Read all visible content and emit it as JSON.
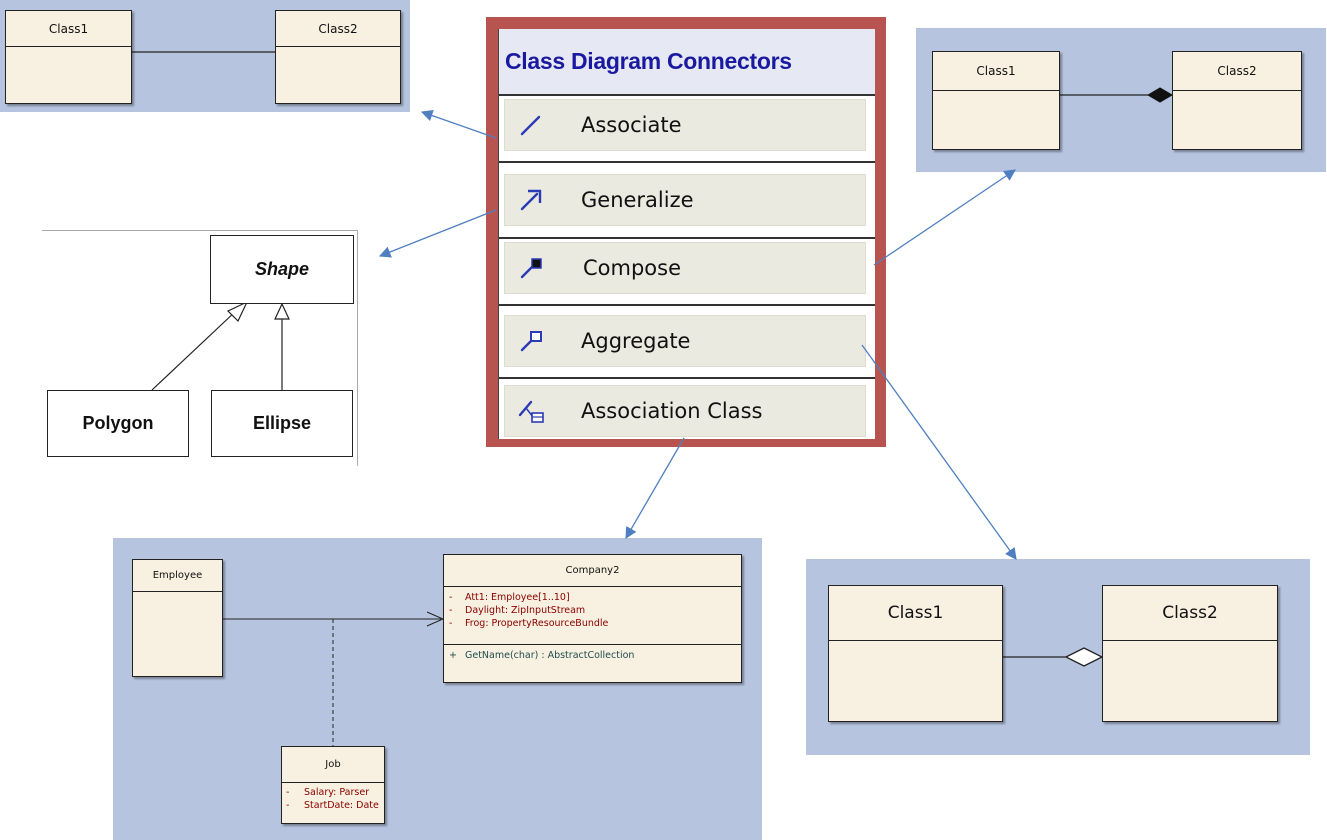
{
  "toolbox": {
    "title": "Class Diagram Connectors",
    "items": [
      {
        "label": "Associate",
        "icon": "associate-icon"
      },
      {
        "label": "Generalize",
        "icon": "generalize-icon"
      },
      {
        "label": "Compose",
        "icon": "compose-icon"
      },
      {
        "label": "Aggregate",
        "icon": "aggregate-icon"
      },
      {
        "label": "Association Class",
        "icon": "association-class-icon"
      }
    ],
    "border_color": "#b85450",
    "title_color": "#1a1aa0"
  },
  "associate_diagram": {
    "left_class": "Class1",
    "right_class": "Class2"
  },
  "compose_diagram": {
    "left_class": "Class1",
    "right_class": "Class2"
  },
  "aggregate_diagram": {
    "left_class": "Class1",
    "right_class": "Class2"
  },
  "generalize_diagram": {
    "parent": "Shape",
    "child_left": "Polygon",
    "child_right": "Ellipse"
  },
  "association_class_diagram": {
    "source_class": "Employee",
    "target_class": {
      "name": "Company2",
      "attributes": [
        {
          "visibility": "-",
          "text": "Att1:  Employee[1..10]"
        },
        {
          "visibility": "-",
          "text": "Daylight:  ZipInputStream"
        },
        {
          "visibility": "-",
          "text": "Frog:  PropertyResourceBundle"
        }
      ],
      "operations": [
        {
          "visibility": "+",
          "text": "GetName(char) : AbstractCollection"
        }
      ]
    },
    "assoc_class": {
      "name": "Job",
      "attributes": [
        {
          "visibility": "-",
          "text": "Salary:  Parser"
        },
        {
          "visibility": "-",
          "text": "StartDate:  Date"
        }
      ]
    }
  },
  "colors": {
    "panel_bg": "#b7c4e0",
    "class_fill": "#f8f0e0",
    "arrow": "#4f7fc0",
    "attribute_text": "#8b0000",
    "operation_text": "#1e4d4d"
  }
}
